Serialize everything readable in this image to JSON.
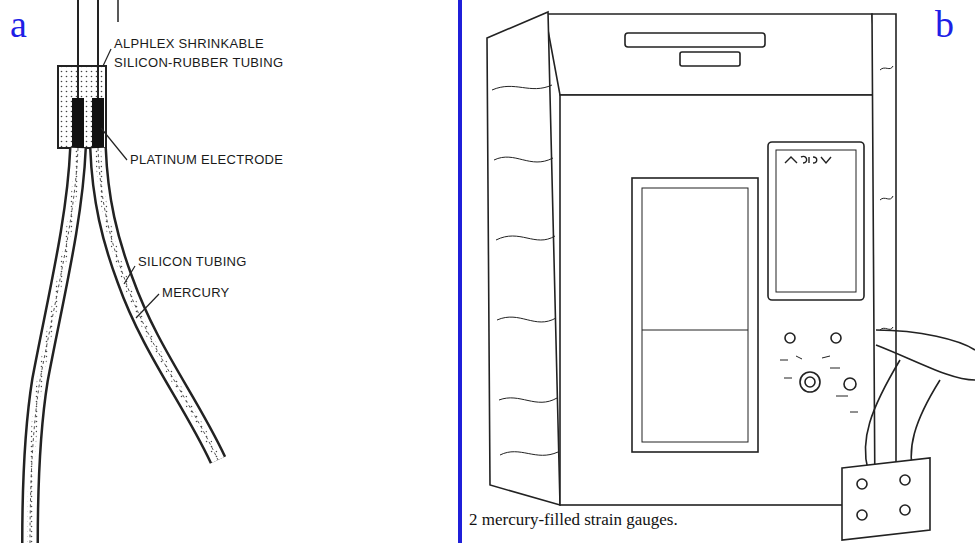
{
  "diagram": {
    "caption": "2 mercury-filled strain gauges.",
    "labels": [
      "a",
      "b",
      "ALPHLEX SHRINKABLE SILICON-RUBBER TUBING",
      "PLATINUM ELECTRODE",
      "SILICON TUBING",
      "MERCURY"
    ]
  }
}
